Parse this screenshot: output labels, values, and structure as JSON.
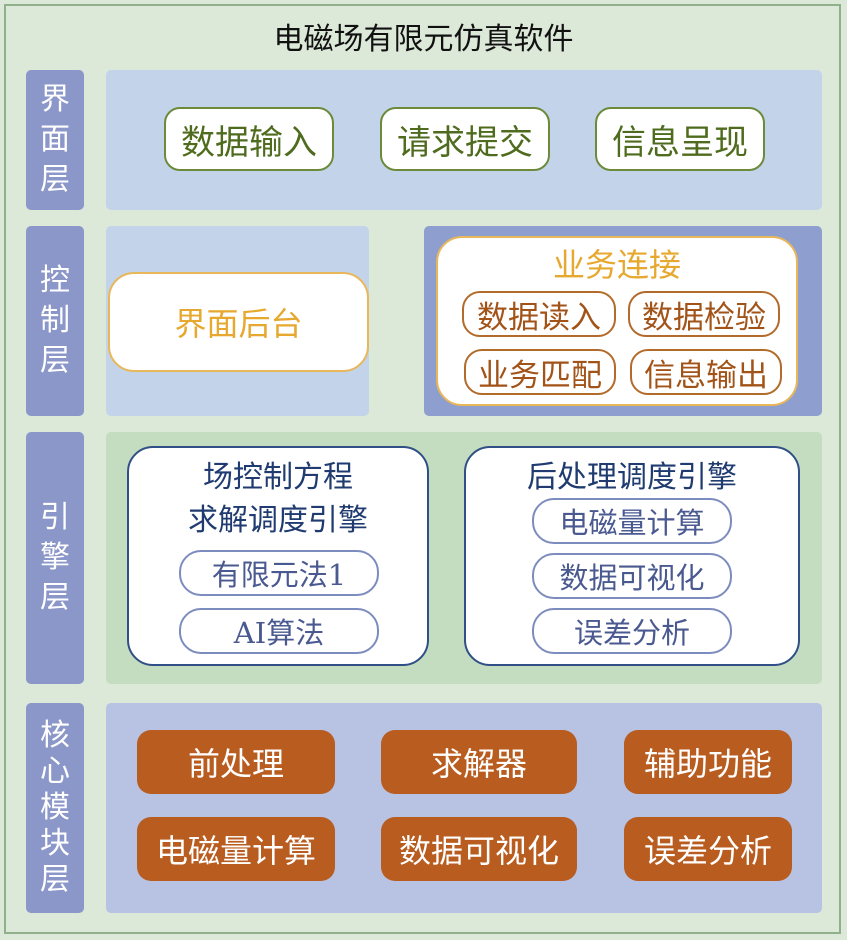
{
  "title": "电磁场有限元仿真软件",
  "layers": {
    "interface": {
      "label": [
        "界",
        "面",
        "层"
      ],
      "items": [
        "数据输入",
        "请求提交",
        "信息呈现"
      ]
    },
    "control": {
      "label": [
        "控",
        "制",
        "层"
      ],
      "backend": "界面后台",
      "business": {
        "title": "业务连接",
        "items": [
          "数据读入",
          "数据检验",
          "业务匹配",
          "信息输出"
        ]
      }
    },
    "engine": {
      "label": [
        "引",
        "擎",
        "层"
      ],
      "field_engine": {
        "title_line1": "场控制方程",
        "title_line2": "求解调度引擎",
        "items": [
          "有限元法1",
          "AI算法"
        ]
      },
      "post_engine": {
        "title": "后处理调度引擎",
        "items": [
          "电磁量计算",
          "数据可视化",
          "误差分析"
        ]
      }
    },
    "core": {
      "label": [
        "核",
        "心",
        "模",
        "块",
        "层"
      ],
      "items": [
        "前处理",
        "求解器",
        "辅助功能",
        "电磁量计算",
        "数据可视化",
        "误差分析"
      ]
    }
  },
  "colors": {
    "background": "#dce8d8",
    "layer_label": "#8b97c8",
    "interface_panel": "#c3d4ea",
    "control_panel_left": "#c3d4ea",
    "control_panel_right": "#8e9fcf",
    "engine_panel": "#c4dcc0",
    "core_panel": "#b8c2e3",
    "core_button": "#b85c1f",
    "backend_text": "#e6a82e"
  }
}
